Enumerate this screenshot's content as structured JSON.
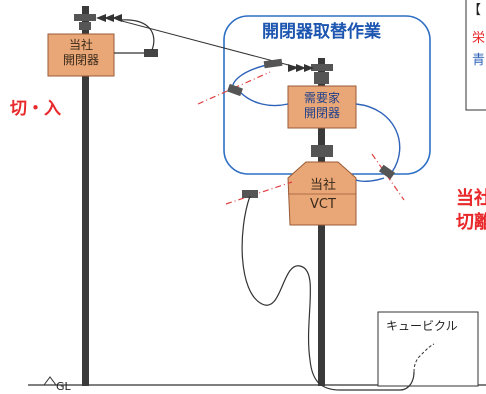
{
  "labels": {
    "company_switch_line1": "当社",
    "company_switch_line2": "開閉器",
    "customer_switch_line1": "需要家",
    "customer_switch_line2": "開閉器",
    "vct_line1": "当社",
    "vct_line2": "VCT",
    "work_area_title": "開閉器取替作業",
    "on_off": "切・入",
    "cubicle": "キュービクル",
    "ground_level": "GL",
    "right_edge_top": "当社",
    "right_edge_bottom": "切離",
    "legend_fragment_1": "【",
    "legend_fragment_2": "栄",
    "legend_fragment_3": "青"
  },
  "colors": {
    "box_fill": "#e9a777",
    "box_border": "#9a5a36",
    "work_area_border": "#2d6fc4",
    "work_area_title": "#1d56b0",
    "red_text": "#e8282a",
    "cable_blue": "#2f63b8",
    "cut_mark": "#e04040",
    "pole": "#3a3a3a"
  }
}
